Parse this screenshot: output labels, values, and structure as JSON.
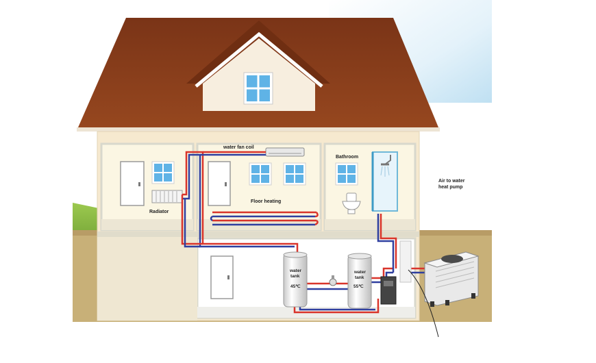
{
  "labels": {
    "water_fan_coil": "water fan coil",
    "radiator": "Radiator",
    "floor_heating": "Floor heating",
    "bathroom": "Bathroom",
    "heat_pump_line1": "Air to water",
    "heat_pump_line2": "heat pump",
    "tank1_line1": "water",
    "tank1_line2": "tank",
    "tank1_temp": "45℃",
    "tank2_line1": "water",
    "tank2_line2": "tank",
    "tank2_temp": "55℃"
  },
  "colors": {
    "roof": "#8a3f1e",
    "wall": "#f6e9cf",
    "room_fill": "#fbf6e3",
    "room_border": "#dcdcd0",
    "sky": "#cfe8f5",
    "grass": "#8fbf4a",
    "ground": "#c8b078",
    "hot_pipe": "#d9342b",
    "cold_pipe": "#2f3f9f"
  }
}
